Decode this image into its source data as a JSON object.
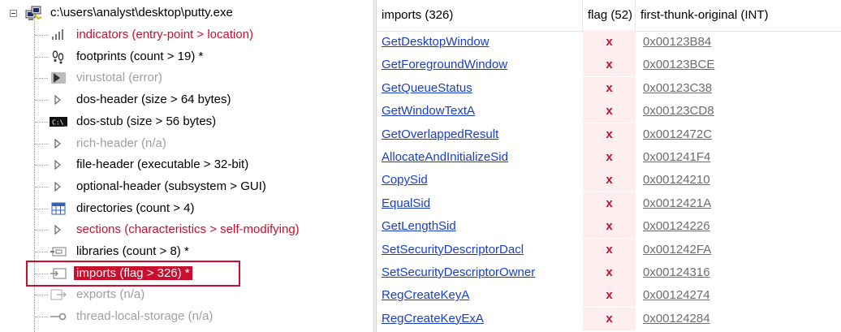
{
  "tree": {
    "root": {
      "label": "c:\\users\\analyst\\desktop\\putty.exe",
      "icon": "putty-icon"
    },
    "items": [
      {
        "label": "indicators (entry-point > location)",
        "icon": "chart-bars-icon",
        "style": "red"
      },
      {
        "label": "footprints (count > 19) *",
        "icon": "footprints-icon",
        "style": "normal"
      },
      {
        "label": "virustotal (error)",
        "icon": "virustotal-icon",
        "style": "gray"
      },
      {
        "label": "dos-header (size > 64 bytes)",
        "icon": "triangle-right-icon",
        "style": "normal"
      },
      {
        "label": "dos-stub (size > 56 bytes)",
        "icon": "console-icon",
        "style": "normal"
      },
      {
        "label": "rich-header (n/a)",
        "icon": "triangle-right-icon",
        "style": "gray"
      },
      {
        "label": "file-header (executable > 32-bit)",
        "icon": "triangle-right-icon",
        "style": "normal"
      },
      {
        "label": "optional-header (subsystem > GUI)",
        "icon": "triangle-right-icon",
        "style": "normal"
      },
      {
        "label": "directories (count > 4)",
        "icon": "grid-icon",
        "style": "normal"
      },
      {
        "label": "sections (characteristics > self-modifying)",
        "icon": "triangle-right-icon",
        "style": "red"
      },
      {
        "label": "libraries (count > 8) *",
        "icon": "library-icon",
        "style": "normal"
      },
      {
        "label": "imports (flag > 326) *",
        "icon": "import-icon",
        "style": "selected"
      },
      {
        "label": "exports (n/a)",
        "icon": "export-icon",
        "style": "gray"
      },
      {
        "label": "thread-local-storage (n/a)",
        "icon": "tls-icon",
        "style": "gray"
      }
    ]
  },
  "table": {
    "headers": {
      "name": "imports (326)",
      "flag": "flag (52)",
      "thunk": "first-thunk-original (INT)"
    },
    "rows": [
      {
        "name": "GetDesktopWindow",
        "flag": "x",
        "thunk": "0x00123B84"
      },
      {
        "name": "GetForegroundWindow",
        "flag": "x",
        "thunk": "0x00123BCE"
      },
      {
        "name": "GetQueueStatus",
        "flag": "x",
        "thunk": "0x00123C38"
      },
      {
        "name": "GetWindowTextA",
        "flag": "x",
        "thunk": "0x00123CD8"
      },
      {
        "name": "GetOverlappedResult",
        "flag": "x",
        "thunk": "0x0012472C"
      },
      {
        "name": "AllocateAndInitializeSid",
        "flag": "x",
        "thunk": "0x001241F4"
      },
      {
        "name": "CopySid",
        "flag": "x",
        "thunk": "0x00124210"
      },
      {
        "name": "EqualSid",
        "flag": "x",
        "thunk": "0x0012421A"
      },
      {
        "name": "GetLengthSid",
        "flag": "x",
        "thunk": "0x00124226"
      },
      {
        "name": "SetSecurityDescriptorDacl",
        "flag": "x",
        "thunk": "0x001242FA"
      },
      {
        "name": "SetSecurityDescriptorOwner",
        "flag": "x",
        "thunk": "0x00124316"
      },
      {
        "name": "RegCreateKeyA",
        "flag": "x",
        "thunk": "0x00124274"
      },
      {
        "name": "RegCreateKeyExA",
        "flag": "x",
        "thunk": "0x00124284"
      }
    ]
  },
  "colors": {
    "red": "#c8102e",
    "link": "#1a3fc1",
    "flag_bg": "#ffeef0",
    "gray_text": "#a0a0a0"
  }
}
